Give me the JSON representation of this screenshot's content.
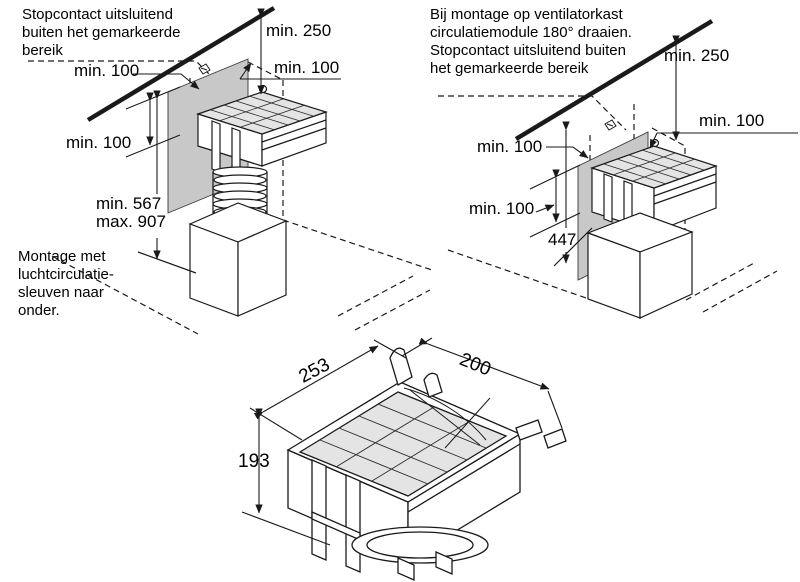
{
  "diagram": {
    "left_view": {
      "note_socket": "Stopcontact uitsluitend\nbuiten het gemarkeerde\nbereik",
      "note_mount": "Montage met\nluchtcirculatie-\nsleuven naar\nonder.",
      "dim_min250": "min. 250",
      "dim_min100_top": "min. 100",
      "dim_min100_right": "min. 100",
      "dim_min100_side": "min. 100",
      "dim_min567": "min. 567",
      "dim_max907": "max. 907"
    },
    "right_view": {
      "note_rotation": "Bij montage op ventilatorkast\ncirculatiemodule 180° draaien.\nStopcontact uitsluitend buiten\nhet gemarkeerde bereik",
      "dim_min250": "min. 250",
      "dim_min100_top": "min. 100",
      "dim_min100_upper": "min. 100",
      "dim_min100_lower": "min. 100",
      "dim_height": "447"
    },
    "module_view": {
      "dim_width": "253",
      "dim_depth": "200",
      "dim_height": "193"
    },
    "colors": {
      "line": "#1a1a1a",
      "wall_panel": "#c8c8c8",
      "filter_fill": "#e4e4e4"
    }
  }
}
